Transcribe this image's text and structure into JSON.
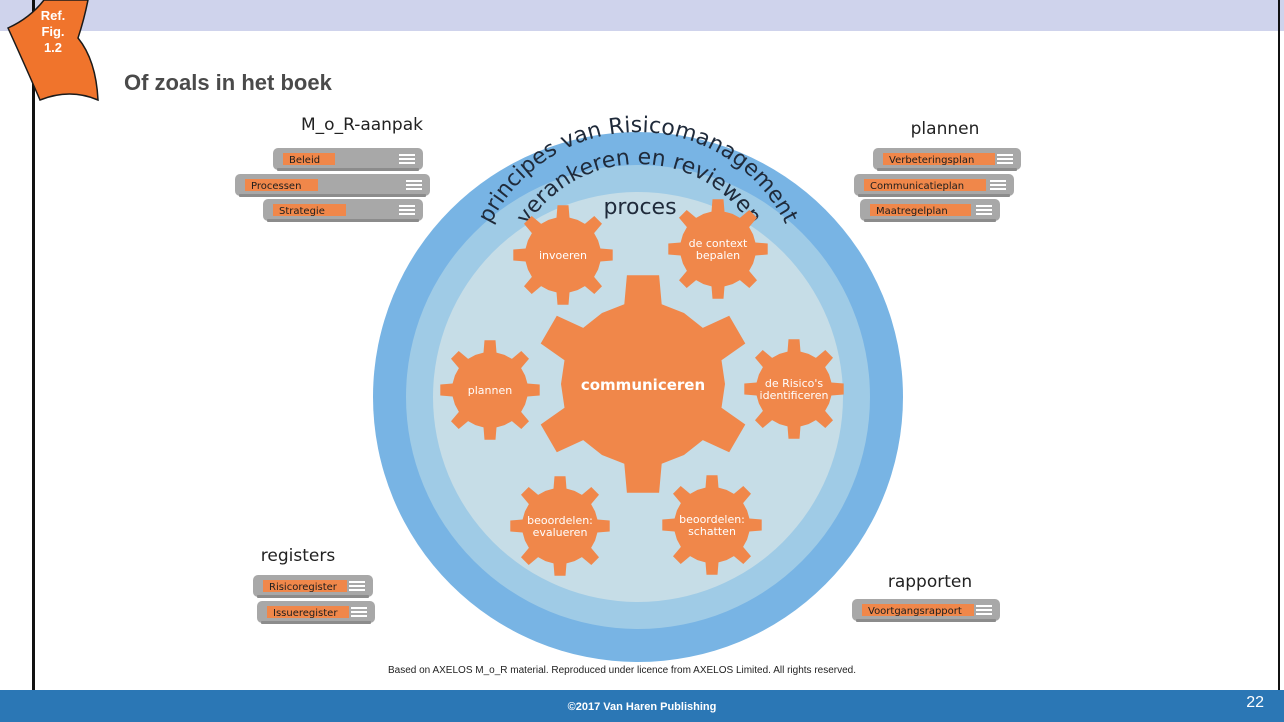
{
  "ref_tag": {
    "text": "Ref.\nFig.\n1.2"
  },
  "title": "Of zoals in het boek",
  "diagram": {
    "outer_ring": "principes van Risicomanagement",
    "middle_ring": "verankeren en reviewen",
    "inner_title": "proces",
    "center_gear": "communiceren",
    "gears": [
      {
        "id": "invoeren",
        "lines": [
          "invoeren"
        ]
      },
      {
        "id": "context",
        "lines": [
          "de context",
          "bepalen"
        ]
      },
      {
        "id": "identificeren",
        "lines": [
          "de Risico's",
          "identificeren"
        ]
      },
      {
        "id": "schatten",
        "lines": [
          "beoordelen:",
          "schatten"
        ]
      },
      {
        "id": "evalueren",
        "lines": [
          "beoordelen:",
          "evalueren"
        ]
      },
      {
        "id": "plannen",
        "lines": [
          "plannen"
        ]
      }
    ],
    "groups": {
      "aanpak": {
        "title": "M_o_R-aanpak",
        "docs": [
          "Beleid",
          "Processen",
          "Strategie"
        ]
      },
      "plannen": {
        "title": "plannen",
        "docs": [
          "Verbeteringsplan",
          "Communicatieplan",
          "Maatregelplan"
        ]
      },
      "registers": {
        "title": "registers",
        "docs": [
          "Risicoregister",
          "Issueregister"
        ]
      },
      "rapporten": {
        "title": "rapporten",
        "docs": [
          "Voortgangsrapport"
        ]
      }
    }
  },
  "colors": {
    "outer_ring": "#78b4e4",
    "middle_ring": "#9fcbe6",
    "inner_disc": "#c6dde7",
    "gear": "#f0874a",
    "doc_body": "#a8a8a8",
    "doc_label": "#f0874a",
    "footer": "#2b77b5",
    "top_band": "#cfd3ec",
    "ref_tag": "#f0742c"
  },
  "credit": "Based on AXELOS M_o_R material. Reproduced under licence from AXELOS Limited. All rights reserved.",
  "footer": {
    "text": "©2017 Van Haren Publishing",
    "page": "22"
  }
}
